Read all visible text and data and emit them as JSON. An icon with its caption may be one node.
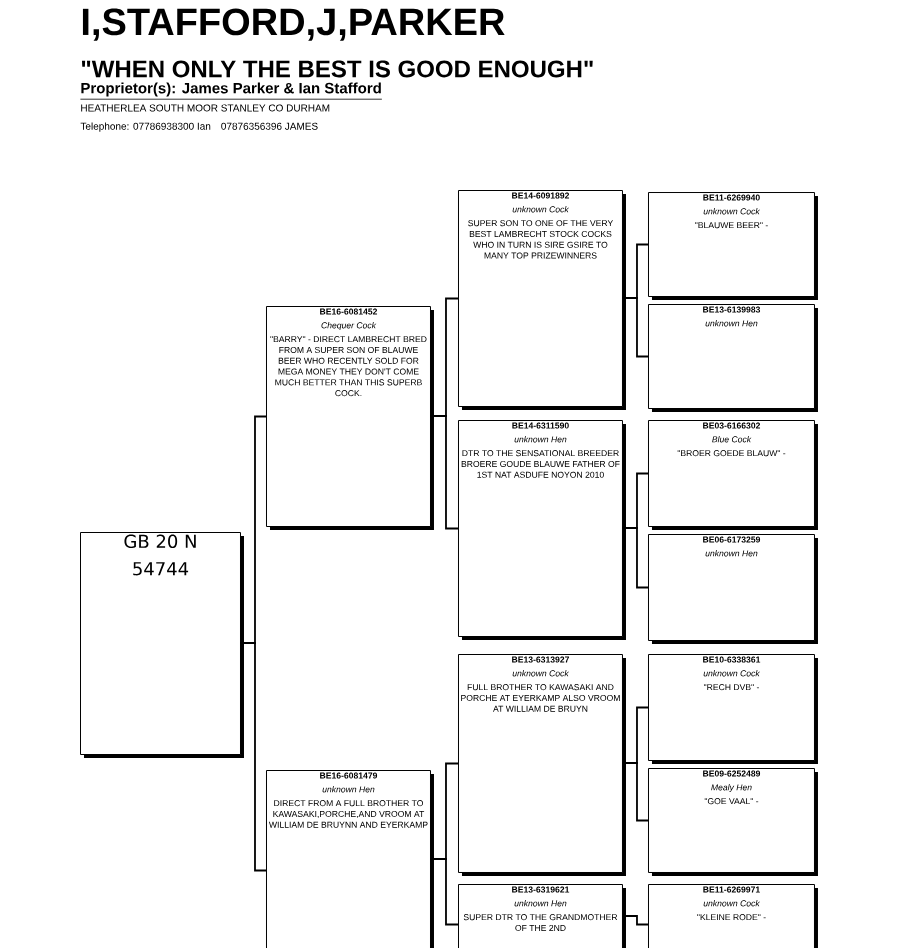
{
  "diagram": {
    "title": "I,STAFFORD,J,PARKER",
    "nodes": [
      {
        "text": [
          "GB 20 N",
          "54744"
        ]
      },
      {
        "text": [
          "BE16-6081452",
          "Chequer Cock",
          "\"BARRY\" - DIRECT LAMBRECHT BRED FROM A SUPER SON OF BLAUWE BEER WHO RECENTLY SOLD FOR MEGA MONEY THEY DON'T COME MUCH BETTER THAN THIS SUPERB COCK."
        ]
      },
      {
        "text": [
          "BE16-6081479",
          "unknown Hen",
          "DIRECT FROM A FULL BROTHER TO KAWASAKI,PORCHE,AND VROOM AT WILLIAM DE BRUYNN AND EYERKAMP"
        ]
      },
      {
        "text": [
          "BE14-6091892",
          "unknown Cock",
          "SUPER SON TO ONE OF THE VERY BEST LAMBRECHT STOCK COCKS WHO IN TURN IS SIRE GSIRE TO MANY TOP PRIZEWINNERS"
        ]
      },
      {
        "text": [
          "BE14-6311590",
          "unknown Hen",
          "DTR TO THE SENSATIONAL BREEDER BROERE GOUDE BLAUWE FATHER OF 1ST NAT ASDUFE NOYON 2010"
        ]
      },
      {
        "text": [
          "BE13-6313927",
          "unknown Cock",
          "FULL BROTHER TO KAWASAKI AND PORCHE AT EYERKAMP ALSO VROOM AT WILLIAM DE BRUYN"
        ]
      },
      {
        "text": [
          "BE13-6319621",
          "unknown Hen",
          "SUPER DTR TO THE GRANDMOTHER OF THE 2ND"
        ]
      },
      {
        "text": [
          "BE11-6269940",
          "unknown Cock",
          "\"BLAUWE BEER\" -"
        ]
      },
      {
        "text": [
          "BE13-6139983",
          "unknown Hen"
        ]
      },
      {
        "text": [
          "BE03-6166302",
          "Blue Cock",
          "\"BROER GOEDE BLAUW\" -"
        ]
      },
      {
        "text": [
          "BE06-6173259",
          "unknown Hen"
        ]
      },
      {
        "text": [
          "BE10-6338361",
          "unknown Cock",
          "\"RECH DVB\" -"
        ]
      },
      {
        "text": [
          "BE09-6252489",
          "Mealy Hen",
          "\"GOE VAAL\" -"
        ]
      },
      {
        "text": [
          "BE11-6269971",
          "unknown Cock",
          "\"KLEINE RODE\" -"
        ]
      }
    ],
    "edges": [
      {
        "from": 0,
        "to": 1,
        "arrow": "none"
      },
      {
        "from": 0,
        "to": 2,
        "arrow": "none"
      },
      {
        "from": 1,
        "to": 3,
        "arrow": "none"
      },
      {
        "from": 1,
        "to": 4,
        "arrow": "none"
      },
      {
        "from": 2,
        "to": 5,
        "arrow": "none"
      },
      {
        "from": 2,
        "to": 6,
        "arrow": "none"
      },
      {
        "from": 3,
        "to": 7,
        "arrow": "none"
      },
      {
        "from": 3,
        "to": 8,
        "arrow": "none"
      },
      {
        "from": 4,
        "to": 9,
        "arrow": "none"
      },
      {
        "from": 4,
        "to": 10,
        "arrow": "none"
      },
      {
        "from": 5,
        "to": 11,
        "arrow": "none"
      },
      {
        "from": 5,
        "to": 12,
        "arrow": "none"
      },
      {
        "from": 6,
        "to": 13,
        "arrow": "none"
      }
    ],
    "labels": [
      "\"WHEN ONLY THE BEST IS GOOD ENOUGH\"",
      "Proprietor(s): James Parker & Ian Stafford",
      "HEATHERLEA SOUTH MOOR STANLEY CO DURHAM",
      "Telephone: 07786938300 Ian     07876356396 JAMES"
    ]
  }
}
